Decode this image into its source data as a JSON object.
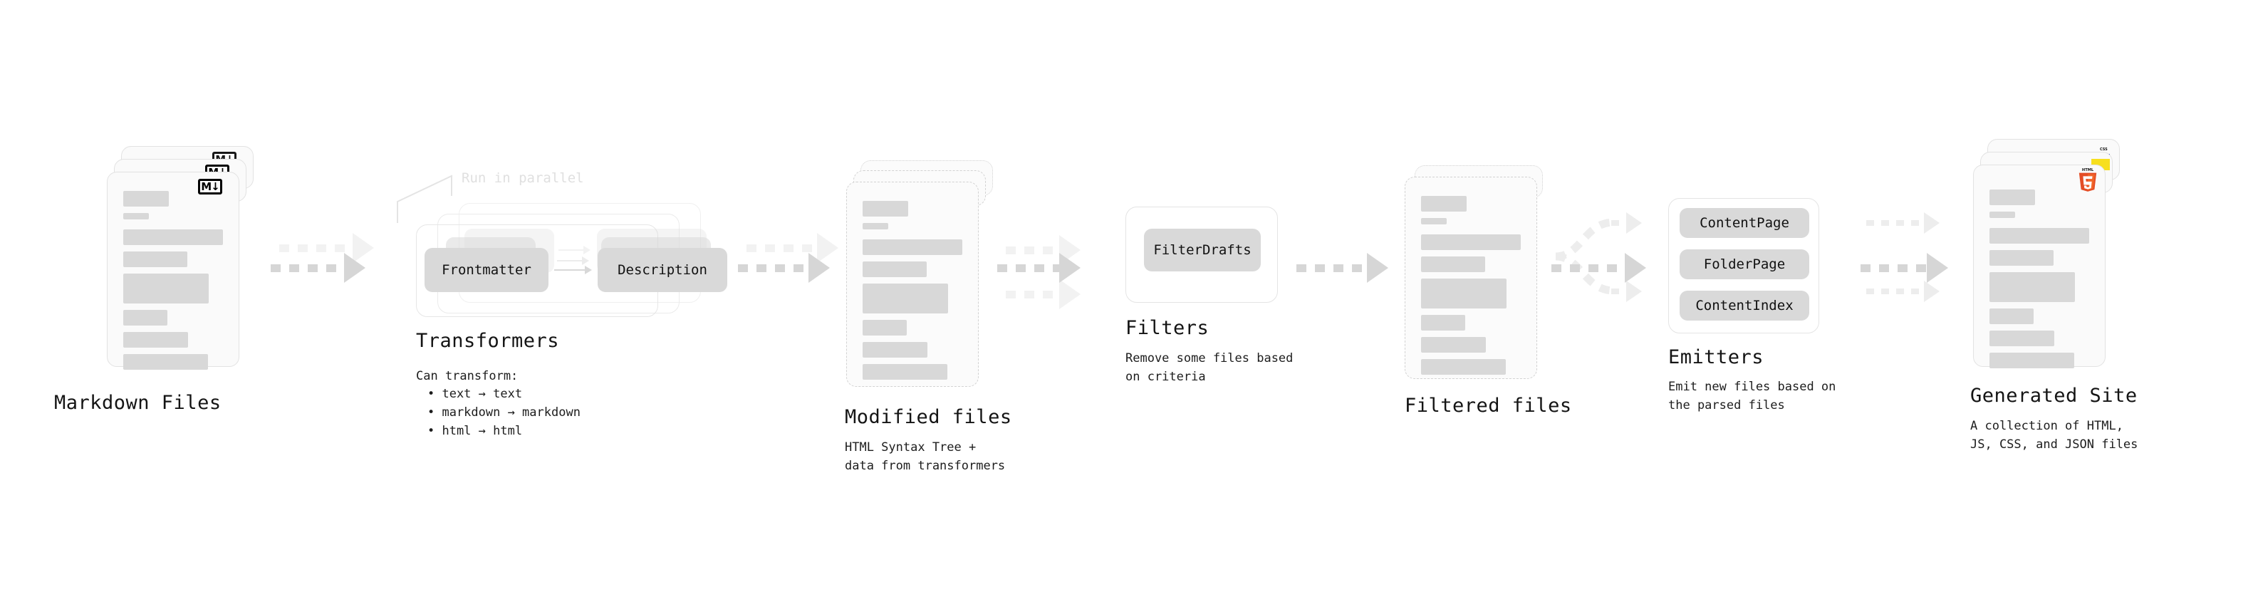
{
  "diagram": {
    "type": "pipeline",
    "background": "#ffffff",
    "accent_colors": {
      "skeleton_bar": "#d8d8d8",
      "card_bg": "#fafafa",
      "card_border": "#e2e2e2",
      "arrow_main": "#d6d6d6",
      "arrow_ghost": "#ededed",
      "html5_orange": "#e44d26",
      "css_blue": "#264de4",
      "js_yellow": "#f7df1e"
    }
  },
  "stages": [
    {
      "id": "markdown-files",
      "title": "Markdown Files",
      "subtitle": "",
      "badge": "markdown-icon",
      "badge_text": "M↓"
    },
    {
      "id": "transformers",
      "title": "Transformers",
      "subtitle": "Can transform:",
      "annotation": "Run in parallel",
      "chips": [
        "Frontmatter",
        "Description"
      ],
      "bullets": [
        "• text  →  text",
        "• markdown  →  markdown",
        "• html  →  html"
      ]
    },
    {
      "id": "modified-files",
      "title": "Modified files",
      "subtitle": "HTML Syntax Tree +\ndata from transformers"
    },
    {
      "id": "filters",
      "title": "Filters",
      "subtitle": "Remove some files based\non criteria",
      "chips": [
        "FilterDrafts"
      ]
    },
    {
      "id": "filtered-files",
      "title": "Filtered files",
      "subtitle": ""
    },
    {
      "id": "emitters",
      "title": "Emitters",
      "subtitle": "Emit new files based on\nthe parsed files",
      "chips": [
        "ContentPage",
        "FolderPage",
        "ContentIndex"
      ]
    },
    {
      "id": "generated-site",
      "title": "Generated Site",
      "subtitle": "A collection of HTML,\nJS, CSS, and JSON files",
      "badges": [
        "html5-icon",
        "css3-icon",
        "javascript-icon"
      ],
      "badge_texts": {
        "html5": "HTML",
        "html5_num": "5",
        "css": "CSS"
      }
    }
  ]
}
